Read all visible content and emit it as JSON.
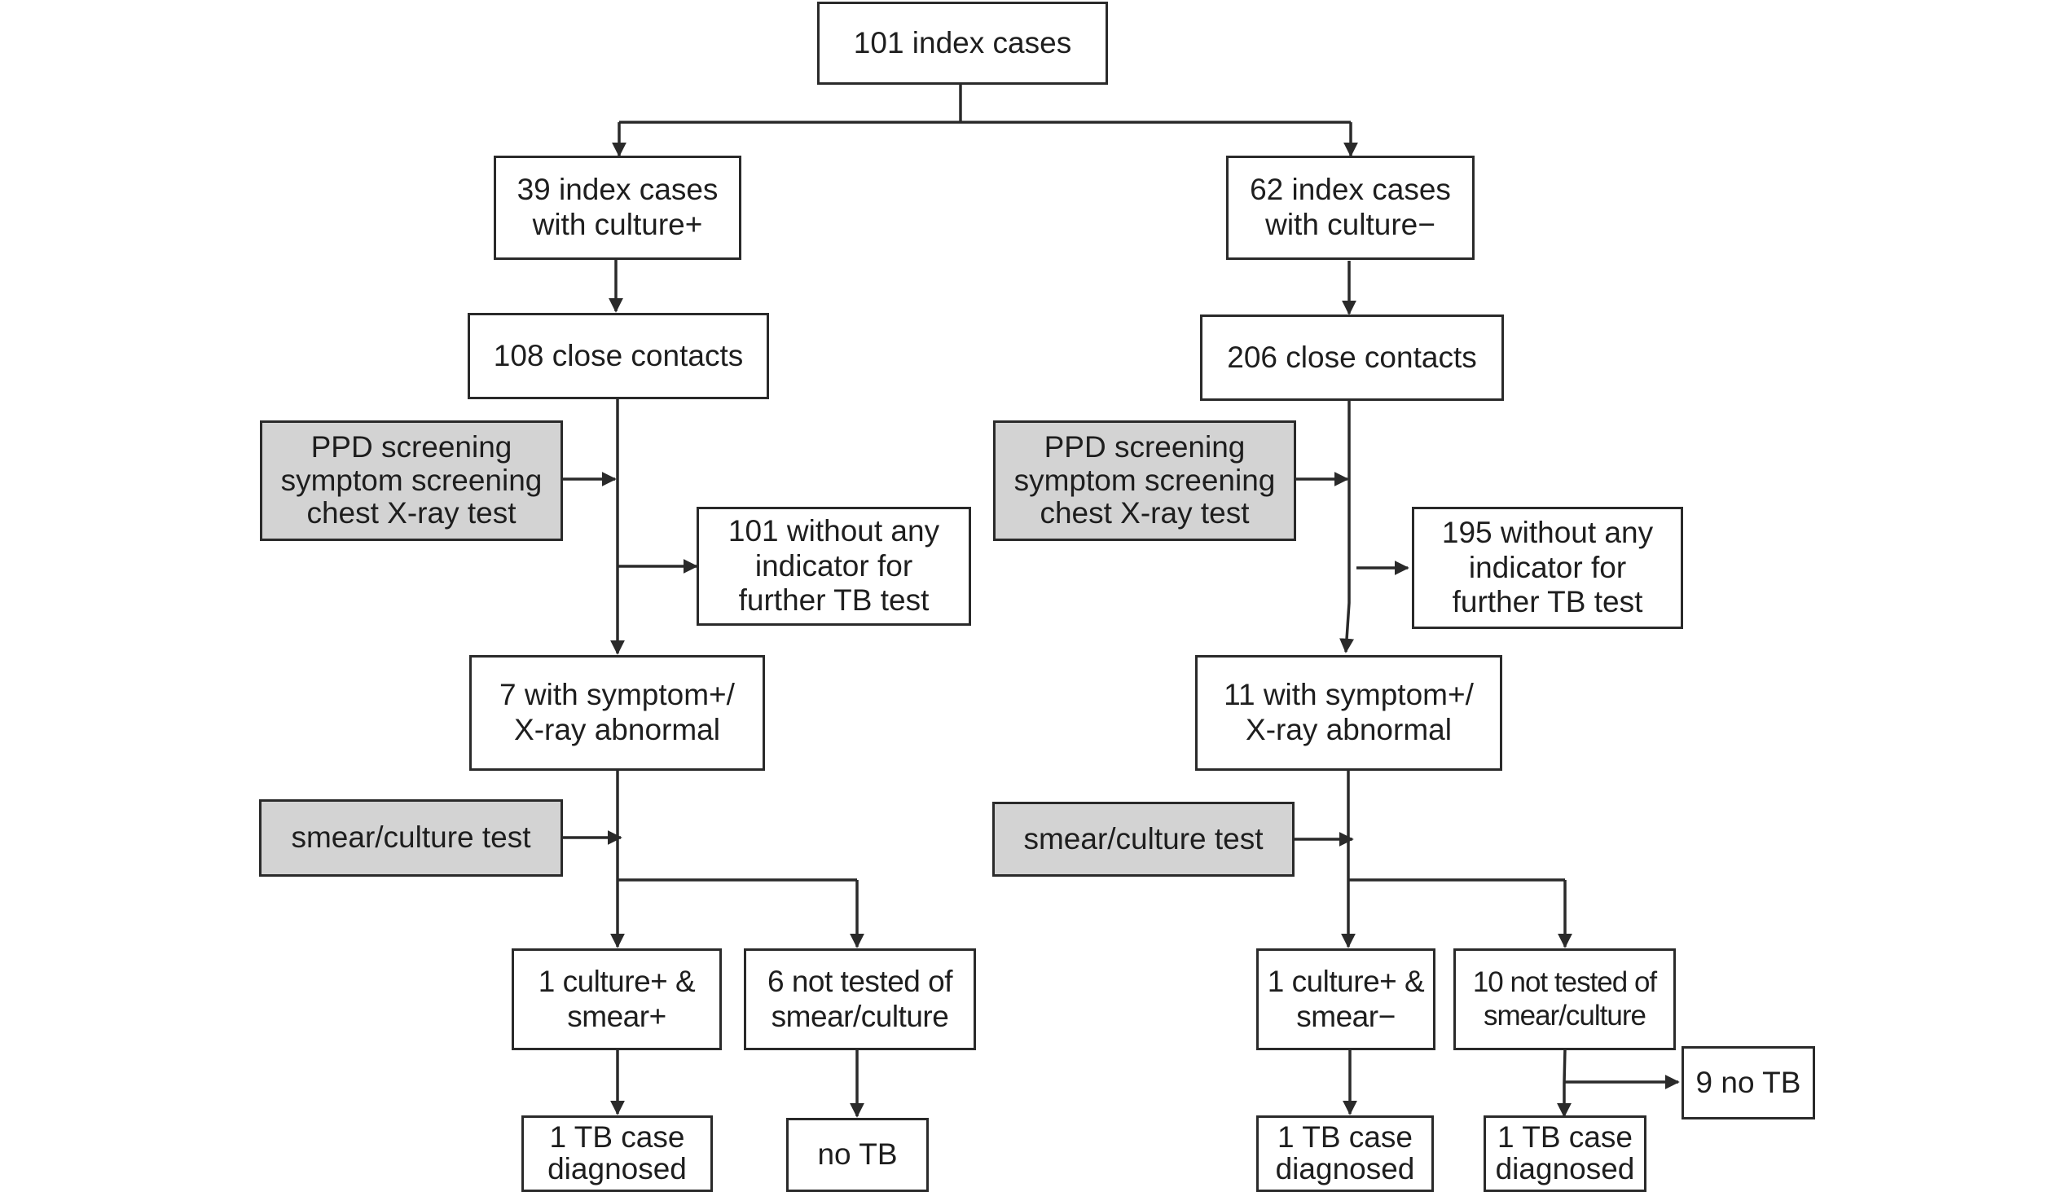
{
  "nodes": {
    "root": [
      "101 index cases"
    ],
    "left_group": [
      "39 index cases",
      "with culture+"
    ],
    "right_group": [
      "62 index cases",
      "with culture−"
    ],
    "left_contacts": [
      "108 close contacts"
    ],
    "right_contacts": [
      "206 close contacts"
    ],
    "left_screening": [
      "PPD screening",
      "symptom screening",
      "chest X-ray test"
    ],
    "right_screening": [
      "PPD screening",
      "symptom screening",
      "chest X-ray test"
    ],
    "left_no_indicator": [
      "101 without any",
      "indicator for",
      "further TB test"
    ],
    "right_no_indicator": [
      "195 without any",
      "indicator for",
      "further TB test"
    ],
    "left_symptom": [
      "7 with symptom+/",
      "X-ray abnormal"
    ],
    "right_symptom": [
      "11 with symptom+/",
      "X-ray abnormal"
    ],
    "left_smear_test": [
      "smear/culture test"
    ],
    "right_smear_test": [
      "smear/culture test"
    ],
    "left_culture_pos": [
      "1 culture+ &",
      "smear+"
    ],
    "left_not_tested": [
      "6 not tested of",
      "smear/culture"
    ],
    "right_culture_pos": [
      "1 culture+ &",
      "smear−"
    ],
    "right_not_tested": [
      "10 not tested of",
      "smear/culture"
    ],
    "left_tb_case": [
      "1 TB case",
      "diagnosed"
    ],
    "left_no_tb": [
      "no TB"
    ],
    "right_tb_case_a": [
      "1 TB case",
      "diagnosed"
    ],
    "right_tb_case_b": [
      "1 TB case",
      "diagnosed"
    ],
    "right_no_tb": [
      "9 no TB"
    ]
  },
  "colors": {
    "line": "#2a2a2a",
    "box_fill": "#ffffff",
    "process_fill": "#d3d3d3",
    "text": "#1e1e1e"
  }
}
